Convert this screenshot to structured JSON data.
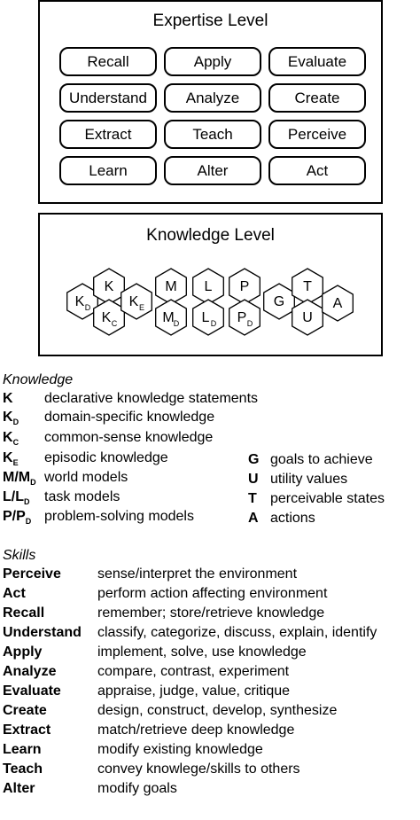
{
  "expertise": {
    "title": "Expertise Level",
    "skills": [
      "Recall",
      "Apply",
      "Evaluate",
      "Understand",
      "Analyze",
      "Create",
      "Extract",
      "Teach",
      "Perceive",
      "Learn",
      "Alter",
      "Act"
    ]
  },
  "knowledge_panel": {
    "title": "Knowledge Level",
    "hexes": [
      {
        "main": "K",
        "sub": "D"
      },
      {
        "main": "K",
        "sub": ""
      },
      {
        "main": "K",
        "sub": "C"
      },
      {
        "main": "K",
        "sub": "E"
      },
      {
        "main": "M",
        "sub": ""
      },
      {
        "main": "M",
        "sub": "D"
      },
      {
        "main": "L",
        "sub": ""
      },
      {
        "main": "L",
        "sub": "D"
      },
      {
        "main": "P",
        "sub": ""
      },
      {
        "main": "P",
        "sub": "D"
      },
      {
        "main": "G",
        "sub": ""
      },
      {
        "main": "T",
        "sub": ""
      },
      {
        "main": "U",
        "sub": ""
      },
      {
        "main": "A",
        "sub": ""
      }
    ]
  },
  "legend": {
    "knowledge_heading": "Knowledge",
    "knowledge": [
      {
        "symbol": "K",
        "sub": "",
        "text": "declarative knowledge statements"
      },
      {
        "symbol": "K",
        "sub": "D",
        "text": "domain-specific knowledge"
      },
      {
        "symbol": "K",
        "sub": "C",
        "text": "common-sense knowledge"
      },
      {
        "symbol": "K",
        "sub": "E",
        "text": "episodic knowledge"
      },
      {
        "symbol": "M/M",
        "sub": "D",
        "text": "world models"
      },
      {
        "symbol": "L/L",
        "sub": "D",
        "text": "task models"
      },
      {
        "symbol": "P/P",
        "sub": "D",
        "text": "problem-solving models"
      }
    ],
    "other": [
      {
        "symbol": "G",
        "text": "goals to achieve"
      },
      {
        "symbol": "U",
        "text": "utility values"
      },
      {
        "symbol": "T",
        "text": "perceivable states"
      },
      {
        "symbol": "A",
        "text": "actions"
      }
    ],
    "skills_heading": "Skills",
    "skills": [
      {
        "name": "Perceive",
        "text": "sense/interpret the environment"
      },
      {
        "name": "Act",
        "text": "perform action affecting environment"
      },
      {
        "name": "Recall",
        "text": "remember; store/retrieve knowledge"
      },
      {
        "name": "Understand",
        "text": "classify, categorize, discuss, explain, identify"
      },
      {
        "name": "Apply",
        "text": "implement, solve, use knowledge"
      },
      {
        "name": "Analyze",
        "text": "compare, contrast, experiment"
      },
      {
        "name": "Evaluate",
        "text": "appraise, judge, value, critique"
      },
      {
        "name": "Create",
        "text": "design, construct, develop, synthesize"
      },
      {
        "name": "Extract",
        "text": "match/retrieve deep knowledge"
      },
      {
        "name": "Learn",
        "text": "modify existing knowledge"
      },
      {
        "name": "Teach",
        "text": "convey knowlege/skills to others"
      },
      {
        "name": "Alter",
        "text": "modify goals"
      }
    ]
  }
}
